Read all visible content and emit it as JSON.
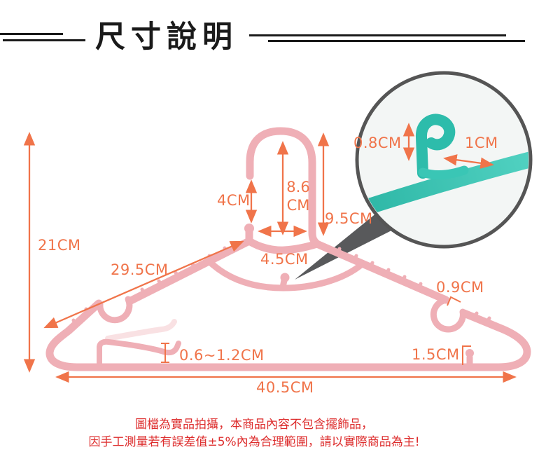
{
  "title": {
    "text": "尺寸說明"
  },
  "colors": {
    "pink": "#EFAFB6",
    "orange": "#F0744A",
    "red": "#DD2C2C",
    "teal": "#3AC6B5",
    "teal-dark": "#2DBCAB",
    "gray": "#58595B",
    "ink": "#1A1A1A",
    "circle-bg": "#F3F6F5",
    "circle-border": "#555555"
  },
  "dimensions": {
    "total_height": "21CM",
    "shoulder_length": "29.5CM",
    "hook_opening": "4CM",
    "hook_height_value": "8.6",
    "hook_height_unit": "CM",
    "neck_height": "9.5CM",
    "center_width": "4.5CM",
    "strap_notch_width": "0.9CM",
    "arm_gap_range": "0.6~1.2CM",
    "peg_height": "1.5CM",
    "total_width": "40.5CM"
  },
  "inset": {
    "tip_height": "0.8CM",
    "tip_length": "1CM"
  },
  "disclaimer": {
    "line1": "圖檔為實品拍攝，本商品內容不包含擺飾品，",
    "line2": "因手工測量若有誤差值±5%內為合理範圍，請以實際商品為主!"
  }
}
